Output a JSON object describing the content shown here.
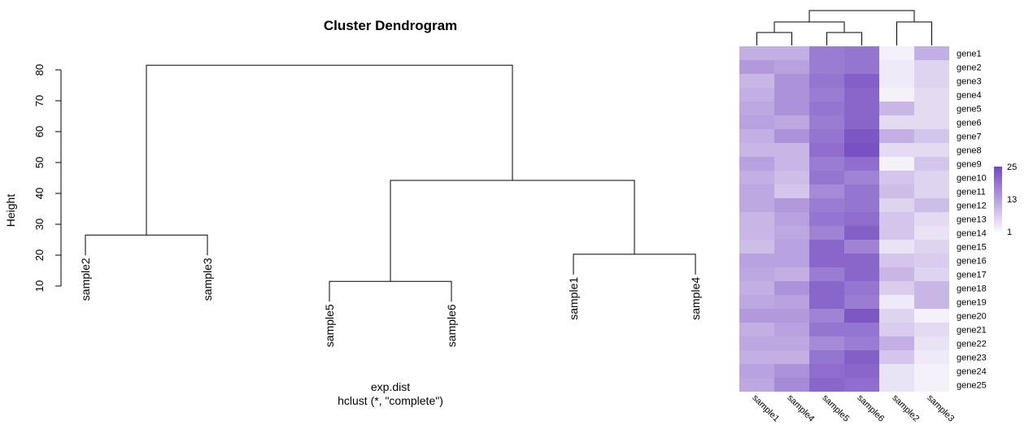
{
  "chart_data": [
    {
      "type": "dendrogram",
      "title": "Cluster Dendrogram",
      "ylabel": "Height",
      "xlabel": "exp.dist",
      "sublabel": "hclust (*, \"complete\")",
      "ylim": [
        10,
        85
      ],
      "yticks": [
        10,
        20,
        30,
        40,
        50,
        60,
        70,
        80
      ],
      "leaves": [
        "sample2",
        "sample3",
        "sample5",
        "sample6",
        "sample1",
        "sample4"
      ],
      "merges": [
        {
          "left": "sample5",
          "right": "sample6",
          "height": 11.5
        },
        {
          "left": "sample1",
          "right": "sample4",
          "height": 20.3
        },
        {
          "left": "sample2",
          "right": "sample3",
          "height": 26.5
        },
        {
          "left": 1,
          "right": 2,
          "height": 44.2
        },
        {
          "left": 3,
          "right": 4,
          "height": 81.5
        }
      ]
    },
    {
      "type": "heatmap",
      "columns": [
        "sample1",
        "sample4",
        "sample5",
        "sample6",
        "sample2",
        "sample3"
      ],
      "rows": [
        "gene1",
        "gene2",
        "gene3",
        "gene4",
        "gene5",
        "gene6",
        "gene7",
        "gene8",
        "gene9",
        "gene10",
        "gene11",
        "gene12",
        "gene13",
        "gene14",
        "gene15",
        "gene16",
        "gene17",
        "gene18",
        "gene19",
        "gene20",
        "gene21",
        "gene22",
        "gene23",
        "gene24",
        "gene25"
      ],
      "values": [
        [
          11,
          11,
          18,
          19,
          2,
          11
        ],
        [
          14,
          13,
          18,
          19,
          3,
          6
        ],
        [
          10,
          15,
          19,
          22,
          3,
          6
        ],
        [
          11,
          15,
          18,
          21,
          2,
          5
        ],
        [
          12,
          15,
          19,
          21,
          10,
          5
        ],
        [
          13,
          12,
          18,
          21,
          5,
          5
        ],
        [
          11,
          15,
          19,
          23,
          11,
          8
        ],
        [
          10,
          10,
          20,
          24,
          5,
          5
        ],
        [
          13,
          10,
          18,
          20,
          2,
          8
        ],
        [
          11,
          9,
          19,
          17,
          8,
          6
        ],
        [
          12,
          8,
          16,
          19,
          9,
          6
        ],
        [
          12,
          14,
          18,
          19,
          6,
          9
        ],
        [
          10,
          13,
          19,
          20,
          8,
          5
        ],
        [
          10,
          12,
          17,
          22,
          8,
          4
        ],
        [
          9,
          13,
          21,
          17,
          4,
          6
        ],
        [
          13,
          13,
          21,
          21,
          8,
          7
        ],
        [
          12,
          11,
          18,
          21,
          10,
          6
        ],
        [
          11,
          15,
          21,
          19,
          7,
          10
        ],
        [
          12,
          13,
          21,
          18,
          3,
          10
        ],
        [
          14,
          14,
          17,
          23,
          6,
          2
        ],
        [
          11,
          13,
          19,
          19,
          7,
          5
        ],
        [
          12,
          12,
          16,
          18,
          11,
          4
        ],
        [
          11,
          11,
          19,
          22,
          8,
          3
        ],
        [
          13,
          15,
          20,
          21,
          4,
          2
        ],
        [
          12,
          16,
          21,
          20,
          4,
          2
        ]
      ],
      "legend_ticks": [
        25,
        13,
        1
      ],
      "color_low": "#fbf8fc",
      "color_high": "#7249c0",
      "row_tree": null,
      "col_tree": [
        {
          "left": "sample1",
          "right": "sample4"
        },
        {
          "left": "sample5",
          "right": "sample6"
        },
        {
          "left": "sample2",
          "right": "sample3"
        },
        {
          "left": 1,
          "right": 2
        },
        {
          "left": 3,
          "right": 4
        }
      ]
    }
  ]
}
